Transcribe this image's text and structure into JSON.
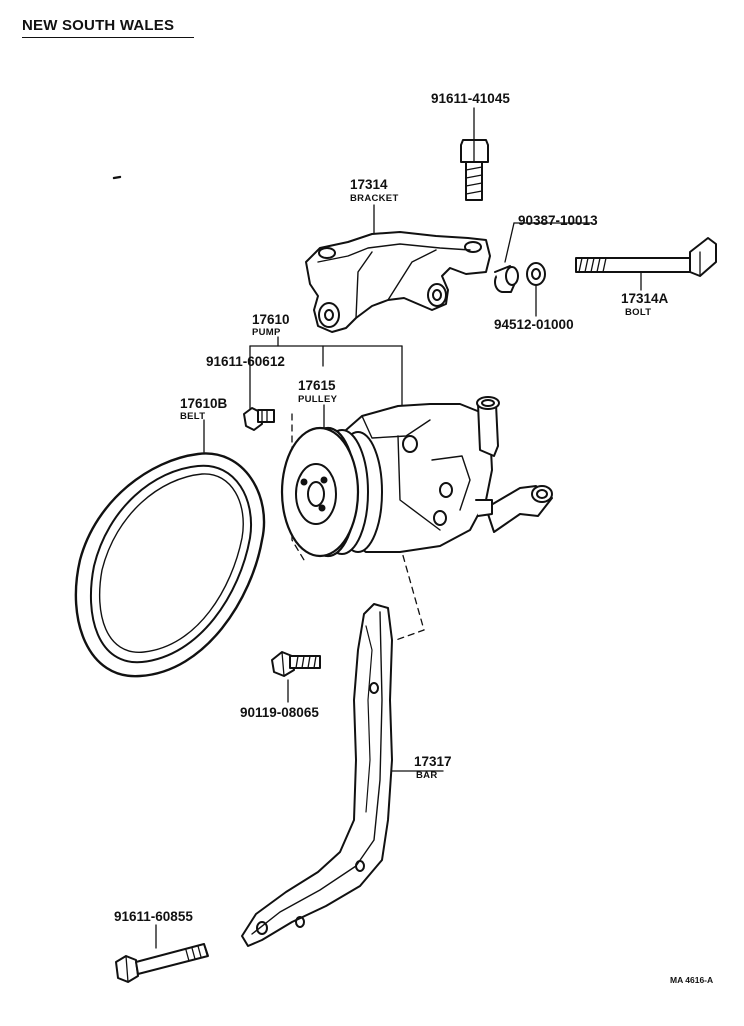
{
  "title": "NEW SOUTH WALES",
  "drawing_code": "MA 4616-A",
  "parts": {
    "bolt_top": {
      "number": "91611-41045"
    },
    "bracket": {
      "number": "17314",
      "name": "BRACKET"
    },
    "collar": {
      "number": "90387-10013"
    },
    "washer": {
      "number": "94512-01000"
    },
    "bolt_long": {
      "number": "17314A",
      "name": "BOLT"
    },
    "pump": {
      "number": "17610",
      "name": "PUMP"
    },
    "pump_bolt": {
      "number": "91611-60612"
    },
    "pulley": {
      "number": "17615",
      "name": "PULLEY"
    },
    "belt": {
      "number": "17610B",
      "name": "BELT"
    },
    "bar_bolt": {
      "number": "90119-08065"
    },
    "bar": {
      "number": "17317",
      "name": "BAR"
    },
    "bolt_bottom": {
      "number": "91611-60855"
    }
  },
  "colors": {
    "ink": "#111111",
    "paper": "#ffffff"
  }
}
